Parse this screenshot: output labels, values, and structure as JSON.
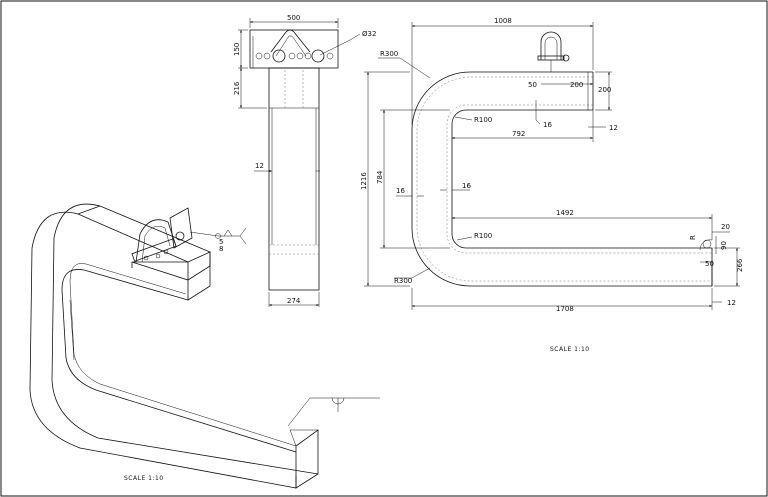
{
  "drawing": {
    "front_view": {
      "dims": {
        "width_top": "500",
        "lug_height": "150",
        "upper_block": "216",
        "plate_thk": "12",
        "width_bottom": "274",
        "hole_dia": "Ø32"
      }
    },
    "side_view": {
      "dims": {
        "overall_top": "1008",
        "radius_outer_top": "R300",
        "radius_inner_top": "R100",
        "offset_50": "50",
        "shackle_200": "200",
        "height_200": "200",
        "wall_16_top": "16",
        "gap_12_top": "12",
        "inner_top": "792",
        "overall_height": "1216",
        "inner_height": "784",
        "wall_16_left": "16",
        "wall_16_right": "16",
        "inner_bottom": "1492",
        "radius_inner_bottom": "R100",
        "tip_20": "20",
        "tip_r": "R",
        "tip_90": "90",
        "tip_50": "50",
        "height_266": "266",
        "radius_outer_bottom": "R300",
        "overall_bottom": "1708",
        "gap_12_bottom": "12"
      },
      "scale_label": "SCALE 1:10"
    },
    "iso_view": {
      "weld_label": "5",
      "weld_label_2": "8",
      "scale_label": "SCALE 1:10"
    }
  }
}
